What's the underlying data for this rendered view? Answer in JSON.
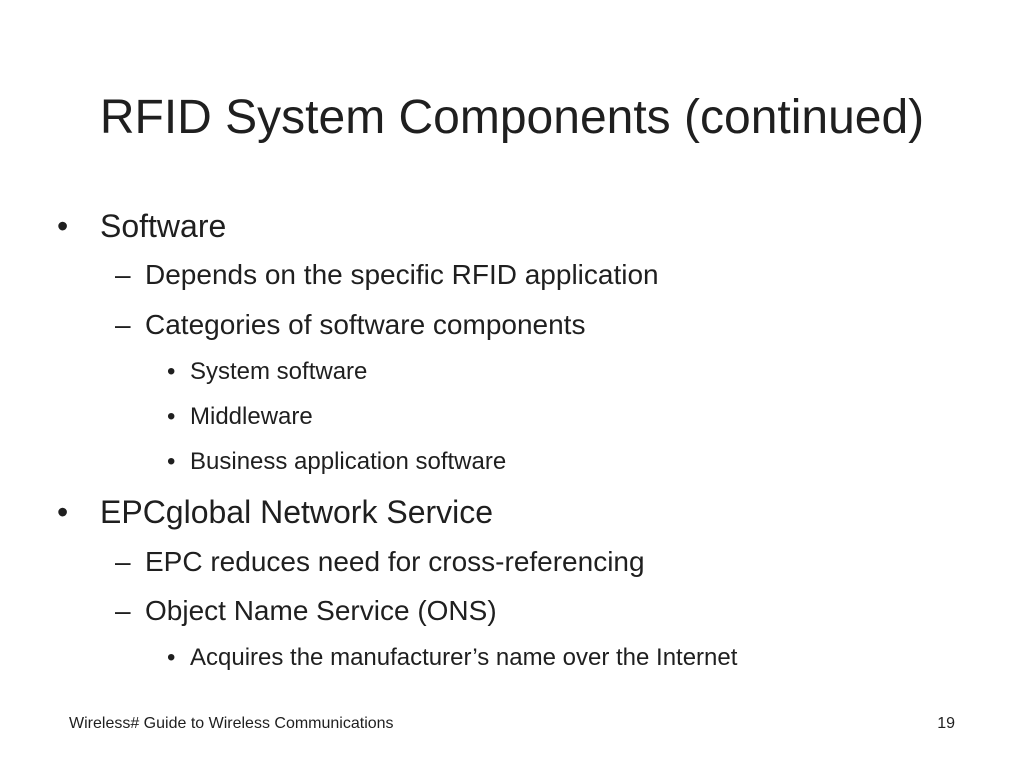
{
  "slide": {
    "title": "RFID System Components (continued)",
    "bullets": [
      {
        "marker": "•",
        "text": "Software",
        "children": [
          {
            "marker": "–",
            "text": "Depends on the specific RFID application"
          },
          {
            "marker": "–",
            "text": "Categories of software components",
            "children": [
              {
                "marker": "•",
                "text": "System software"
              },
              {
                "marker": "•",
                "text": "Middleware"
              },
              {
                "marker": "•",
                "text": "Business application software"
              }
            ]
          }
        ]
      },
      {
        "marker": "•",
        "text": "EPCglobal Network Service",
        "children": [
          {
            "marker": "–",
            "text": "EPC reduces need for cross-referencing"
          },
          {
            "marker": "–",
            "text": "Object Name Service (ONS)",
            "children": [
              {
                "marker": "•",
                "text": "Acquires the manufacturer’s name over the Internet"
              }
            ]
          }
        ]
      }
    ],
    "footer_text": "Wireless# Guide to Wireless Communications",
    "page_number": "19"
  }
}
